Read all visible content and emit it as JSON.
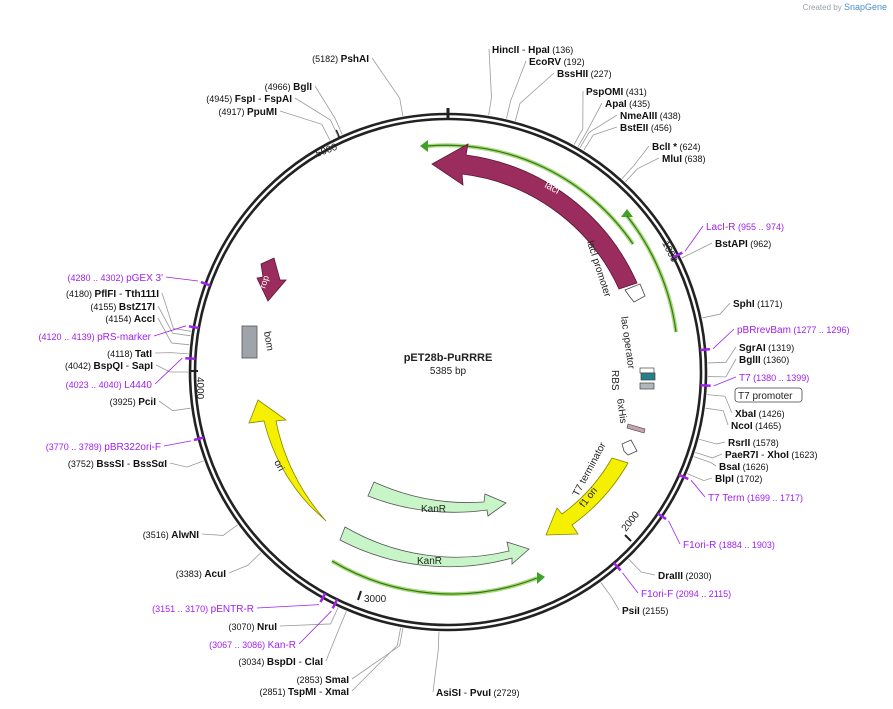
{
  "header": {
    "created_by": "Created by",
    "brand": "SnapGene"
  },
  "plasmid": {
    "name": "pET28b-PuRRRE",
    "length": "5385 bp"
  },
  "ticks": [
    "1000",
    "2000",
    "3000",
    "4000",
    "5000"
  ],
  "enzymes": [
    {
      "name": "HincII",
      "sep": " - ",
      "name2": "HpaI",
      "pos": "(136)"
    },
    {
      "name": "EcoRV",
      "pos": "(192)"
    },
    {
      "name": "BssHII",
      "pos": "(227)"
    },
    {
      "name": "PspOMI",
      "pos": "(431)"
    },
    {
      "name": "ApaI",
      "pos": "(435)"
    },
    {
      "name": "NmeAIII",
      "pos": "(438)"
    },
    {
      "name": "BstEII",
      "pos": "(456)"
    },
    {
      "name": "BclI *",
      "pos": "(624)"
    },
    {
      "name": "MluI",
      "pos": "(638)"
    },
    {
      "name": "BstAPI",
      "pos": "(962)"
    },
    {
      "name": "SphI",
      "pos": "(1171)"
    },
    {
      "name": "SgrAI",
      "pos": "(1319)"
    },
    {
      "name": "BglII",
      "pos": "(1360)"
    },
    {
      "name": "XbaI",
      "pos": "(1426)"
    },
    {
      "name": "NcoI",
      "pos": "(1465)"
    },
    {
      "name": "RsrII",
      "pos": "(1578)"
    },
    {
      "name": "PaeR7I",
      "sep": " - ",
      "name2": "XhoI",
      "pos": "(1623)"
    },
    {
      "name": "BsaI",
      "pos": "(1626)"
    },
    {
      "name": "BlpI",
      "pos": "(1702)"
    },
    {
      "name": "DraIII",
      "pos": "(2030)"
    },
    {
      "name": "PsiI",
      "pos": "(2155)"
    },
    {
      "name": "AsiSI",
      "sep": " - ",
      "name2": "PvuI",
      "pos": "(2729)"
    },
    {
      "pos": "(2853)",
      "name": "SmaI"
    },
    {
      "pos": "(2851)",
      "name": "TspMI",
      "sep": " - ",
      "name2": "XmaI"
    },
    {
      "pos": "(3034)",
      "name": "BspDI",
      "sep": " - ",
      "name2": "ClaI"
    },
    {
      "pos": "(3070)",
      "name": "NruI"
    },
    {
      "pos": "(3383)",
      "name": "AcuI"
    },
    {
      "pos": "(3516)",
      "name": "AlwNI"
    },
    {
      "pos": "(3752)",
      "name": "BssSI",
      "sep": " - ",
      "name2": "BssSαI"
    },
    {
      "pos": "(3925)",
      "name": "PciI"
    },
    {
      "pos": "(4042)",
      "name": "BspQI",
      "sep": " - ",
      "name2": "SapI"
    },
    {
      "pos": "(4118)",
      "name": "TatI"
    },
    {
      "pos": "(4154)",
      "name": "AccI"
    },
    {
      "pos": "(4155)",
      "name": "BstZ17I"
    },
    {
      "pos": "(4180)",
      "name": "PflFI",
      "sep": " - ",
      "name2": "Tth111I"
    },
    {
      "pos": "(4917)",
      "name": "PpuMI"
    },
    {
      "pos": "(4945)",
      "name": "FspI",
      "sep": " - ",
      "name2": "FspAI"
    },
    {
      "pos": "(4966)",
      "name": "BglI"
    },
    {
      "pos": "(5182)",
      "name": "PshAI"
    }
  ],
  "primers": [
    {
      "name": "LacI-R",
      "range": "(955 .. 974)"
    },
    {
      "name": "pBRrevBam",
      "range": "(1277 .. 1296)"
    },
    {
      "name": "T7",
      "range": "(1380 .. 1399)"
    },
    {
      "name": "T7 Term",
      "range": "(1699 .. 1717)"
    },
    {
      "name": "F1ori-R",
      "range": "(1884 .. 1903)"
    },
    {
      "name": "F1ori-F",
      "range": "(2094 .. 2115)"
    },
    {
      "range": "(3151 .. 3170)",
      "name": "pENTR-R"
    },
    {
      "range": "(3067 .. 3086)",
      "name": "Kan-R"
    },
    {
      "range": "(3770 .. 3789)",
      "name": "pBR322ori-F"
    },
    {
      "range": "(4023 .. 4040)",
      "name": "L4440"
    },
    {
      "range": "(4120 .. 4139)",
      "name": "pRS-marker"
    },
    {
      "range": "(4280 .. 4302)",
      "name": "pGEX 3'"
    }
  ],
  "features": {
    "lacI": "lacI",
    "lacI_promoter": "lacI promoter",
    "lac_operator": "lac operator",
    "RBS": "RBS",
    "his": "6xHis",
    "t7_terminator": "T7 terminator",
    "f1_ori": "f1 ori",
    "kanR1": "KanR",
    "kanR2": "KanR",
    "ori": "ori",
    "rop": "rop",
    "bom": "bom",
    "t7_promoter_box": "T7 promoter"
  },
  "colors": {
    "backbone": "#222222",
    "lacI": "#9b2d5e",
    "rop": "#9b2d5e",
    "ori": "#f5f000",
    "f1_ori": "#f5f000",
    "kanR": "#c8f5c8",
    "primer": "#a020f0",
    "primer_bar": "#a8d878",
    "bom": "#9ea4aa"
  }
}
